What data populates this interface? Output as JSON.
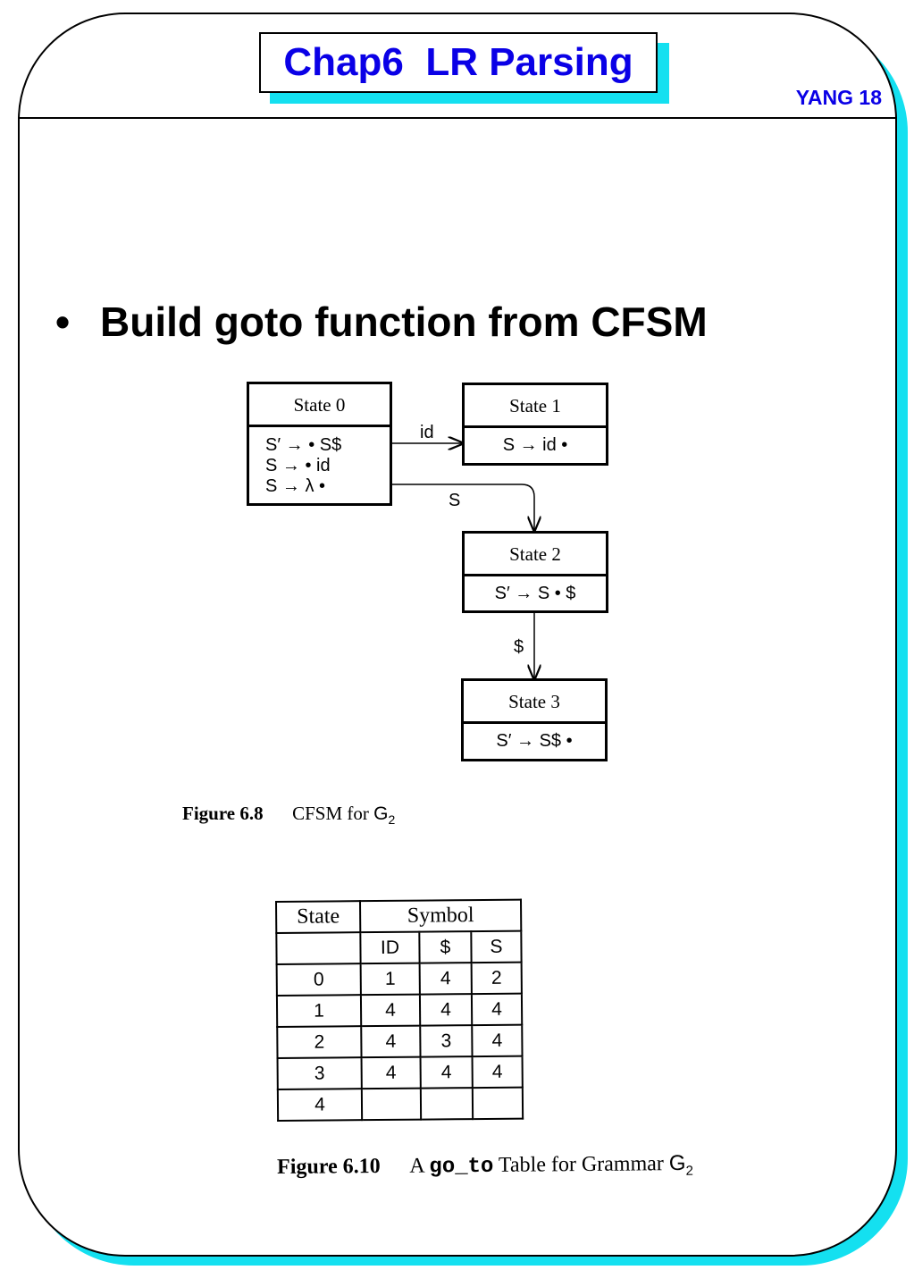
{
  "slide": {
    "title": "Chap6  LR Parsing",
    "page_label": "YANG 18",
    "bullet_symbol": "•",
    "bullet_text": "Build goto function from CFSM"
  },
  "cfsm": {
    "states": [
      {
        "title": "State 0",
        "items": [
          "S′ → • S$",
          "S → • id",
          "S → λ •"
        ]
      },
      {
        "title": "State 1",
        "items": [
          "S → id •"
        ]
      },
      {
        "title": "State 2",
        "items": [
          "S′ → S • $"
        ]
      },
      {
        "title": "State 3",
        "items": [
          "S′ → S$ •"
        ]
      }
    ],
    "edges": [
      {
        "from": 0,
        "to": 1,
        "label": "id"
      },
      {
        "from": 0,
        "to": 2,
        "label": "S"
      },
      {
        "from": 2,
        "to": 3,
        "label": "$"
      }
    ]
  },
  "figure_6_8": {
    "number": "Figure 6.8",
    "caption": "CFSM for",
    "grammar": "G",
    "grammar_sub": "2"
  },
  "goto_table": {
    "header_state": "State",
    "header_symbol": "Symbol",
    "symbols": [
      "ID",
      "$",
      "S"
    ],
    "rows": [
      {
        "state": "0",
        "cells": [
          "1",
          "4",
          "2"
        ]
      },
      {
        "state": "1",
        "cells": [
          "4",
          "4",
          "4"
        ]
      },
      {
        "state": "2",
        "cells": [
          "4",
          "3",
          "4"
        ]
      },
      {
        "state": "3",
        "cells": [
          "4",
          "4",
          "4"
        ]
      },
      {
        "state": "4",
        "cells": [
          "",
          "",
          ""
        ]
      }
    ]
  },
  "figure_6_10": {
    "number": "Figure 6.10",
    "caption_a": "A",
    "code": "go_to",
    "caption_b": "Table for Grammar",
    "grammar": "G",
    "grammar_sub": "2"
  }
}
